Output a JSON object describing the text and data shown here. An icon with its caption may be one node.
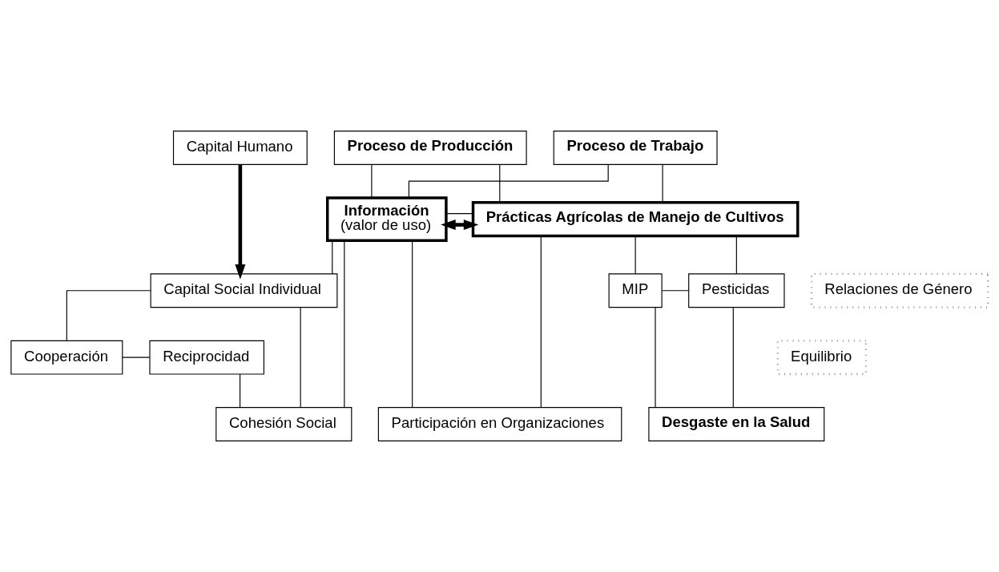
{
  "diagram": {
    "nodes": [
      {
        "text": [
          "Proceso de Producción"
        ]
      },
      {
        "text": [
          "Proceso de Trabajo"
        ]
      },
      {
        "text": [
          "Capital Humano"
        ]
      },
      {
        "text": [
          "Información",
          "(valor de uso)"
        ]
      },
      {
        "text": [
          "Prácticas Agrícolas de Manejo de Cultivos"
        ]
      },
      {
        "text": [
          "Capital Social Individual"
        ]
      },
      {
        "text": [
          "Relaciones de Género"
        ]
      },
      {
        "text": [
          "Cooperación"
        ]
      },
      {
        "text": [
          "Reciprocidad"
        ]
      },
      {
        "text": [
          "MIP"
        ]
      },
      {
        "text": [
          "Pesticidas"
        ]
      },
      {
        "text": [
          "Equilibrio"
        ]
      },
      {
        "text": [
          "Participación en Organizaciones"
        ]
      },
      {
        "text": [
          "Cohesión Social"
        ]
      },
      {
        "text": [
          "Desgaste en la Salud"
        ]
      }
    ],
    "edges": [
      {
        "from": 0,
        "to": 3,
        "arrow": "none"
      },
      {
        "from": 0,
        "to": 4,
        "arrow": "none"
      },
      {
        "from": 1,
        "to": 3,
        "arrow": "none"
      },
      {
        "from": 1,
        "to": 4,
        "arrow": "none"
      },
      {
        "from": 2,
        "to": 5,
        "arrow": "to",
        "style": "thick"
      },
      {
        "from": 3,
        "to": 5,
        "arrow": "none"
      },
      {
        "from": 3,
        "to": 4,
        "arrow": "none"
      },
      {
        "from": 3,
        "to": 4,
        "arrow": "both",
        "style": "thick"
      },
      {
        "from": 12,
        "to": 3,
        "arrow": "none"
      },
      {
        "from": 12,
        "to": 4,
        "arrow": "none"
      },
      {
        "from": 3,
        "to": 13,
        "arrow": "none"
      },
      {
        "from": 5,
        "to": 7,
        "arrow": "none"
      },
      {
        "from": 7,
        "to": 8,
        "arrow": "none"
      },
      {
        "from": 8,
        "to": 13,
        "arrow": "none"
      },
      {
        "from": 5,
        "to": 13,
        "arrow": "none"
      },
      {
        "from": 4,
        "to": 9,
        "arrow": "none"
      },
      {
        "from": 4,
        "to": 10,
        "arrow": "none"
      },
      {
        "from": 9,
        "to": 10,
        "arrow": "none"
      },
      {
        "from": 9,
        "to": 14,
        "arrow": "none"
      },
      {
        "from": 10,
        "to": 14,
        "arrow": "none"
      }
    ]
  }
}
